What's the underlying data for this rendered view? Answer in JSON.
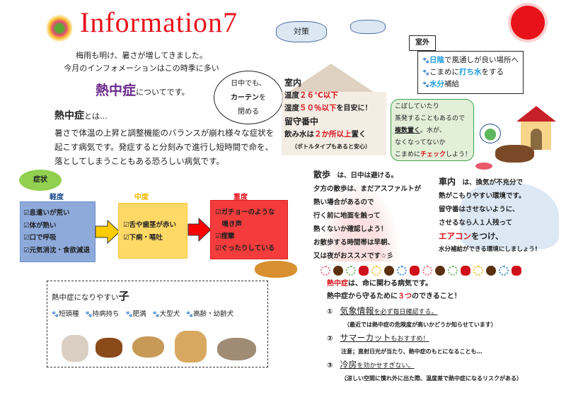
{
  "header": {
    "title": "Information7",
    "intro_line1": "梅雨も明け、暑さが増してきました。",
    "intro_line2": "今月のインフォメーションはこの時季に多い",
    "topic_logo": "熱中症",
    "topic_suffix": "についてです。"
  },
  "about": {
    "heading": "熱中症",
    "heading_suffix": "とは…",
    "lines": [
      "暑さで体温の上昇と調整機能のバランスが崩れ様々な症状を",
      "起こす病気です。発症すると分刻みで進行し短時間で命を、",
      "落としてしまうこともある恐ろしい病気です。"
    ]
  },
  "curtain_bubble": {
    "line1": "日中でも、",
    "line2_bold": "カーテン",
    "line2_suffix": "を",
    "line3": "閉める"
  },
  "cloud_label": "対策",
  "indoor": {
    "heading": "室内",
    "temp_label": "温度",
    "temp_value": "２６℃以下",
    "hum_label": "湿度",
    "hum_value": "５０％以下",
    "hum_suffix": "を目安に！",
    "away_heading": "留守番中",
    "water_prefix": "飲み水は",
    "water_value": "２か所以上",
    "water_suffix": "置く",
    "note": "（ボトルタイプもあると安心）"
  },
  "outdoor": {
    "heading": "室外",
    "items": [
      {
        "hl": "日陰",
        "rest": "で風通しが良い場所へ",
        "pre": ""
      },
      {
        "pre": "こまめに",
        "hl": "打ち水",
        "rest": "をする"
      },
      {
        "pre": "",
        "hl": "水分",
        "rest": "補給"
      }
    ]
  },
  "water_bubble": {
    "line1": "こぼしていたり",
    "line2": "蒸発することもあるので",
    "line3_bold": "複数置く",
    "line3_rest": "。水が、",
    "line4": "なくなってないか",
    "line5_pre": "こまめに",
    "line5_hl": "チェック",
    "line5_rest": "しよう！"
  },
  "symptoms": {
    "label": "症状",
    "levels": [
      {
        "name": "軽度",
        "color": "#1f4e8c",
        "items": [
          "☑息遣いが荒い",
          "☑体が熱い",
          "☑口で呼吸",
          "☑元気消沈・食欲減退"
        ]
      },
      {
        "name": "中度",
        "color": "#f5b800",
        "items": [
          "☑舌や歯茎が赤い",
          "☑下痢・嘔吐"
        ]
      },
      {
        "name": "重度",
        "color": "#e8121b",
        "items": [
          "☑ガチョーのような",
          "　鳴き声",
          "☑痙攣",
          "☑ぐったりしている"
        ]
      }
    ]
  },
  "walk": {
    "heading": "散歩",
    "heading_suffix": "は、日中は避ける。",
    "lines": [
      "夕方の散歩は、まだアスファルトが",
      "熱い場合があるので",
      "行く前に地面を触って",
      "熱くないか確認しよう！",
      "お散歩する時間帯は早朝、",
      "又は夜がおススメです☆彡"
    ]
  },
  "car": {
    "heading": "車内",
    "heading_suffix": "は、換気が不充分で",
    "lines": [
      "熱がこもりやすい環境です。",
      "留守番はさせないように、",
      "させるなら人１人残って"
    ],
    "ac_hl": "エアコン",
    "ac_rest": "をつけ、",
    "last": "水分補給ができる環境にしましょう!"
  },
  "prone": {
    "title": "熱中症になりやすい",
    "title_big": "子",
    "items": [
      "短頭種",
      "持病持ち",
      "肥満",
      "大型犬",
      "高齢・幼齢犬"
    ]
  },
  "tips": {
    "line1_hl": "熱中症",
    "line1_rest": "は、命に関わる病気です。",
    "line2_pre": "熱中症から守るために",
    "line2_hl": "３つ",
    "line2_rest": "のできること！",
    "items": [
      {
        "num": "①",
        "big": "気象情報",
        "rest": "を必ず毎日確認する。",
        "note": "（最近では熱中症の危険度が高いかどうか知らせています）"
      },
      {
        "num": "②",
        "big": "サマーカット",
        "rest": "もおすすめ！",
        "note": "注意；直射日光が当たり、熱中症のもとになることも…"
      },
      {
        "num": "③",
        "big": "冷房",
        "rest": "を効かせすぎない。",
        "note": "（涼しい空間に慣れ外に出た際、温度差で熱中症になるリスクがある）"
      }
    ]
  },
  "colors": {
    "title": "#e8121b",
    "mild": "#8eaadb",
    "moderate": "#ffd966",
    "severe": "#f43c3c",
    "symptom_label_bg": "#92d050"
  }
}
